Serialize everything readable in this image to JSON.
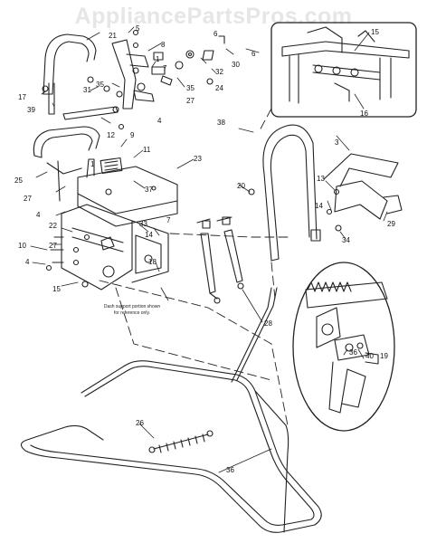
{
  "watermark": "AppliancePartsPros.com",
  "note": {
    "line1": "Dash support portion shown",
    "line2": "for reference only."
  },
  "callouts": [
    "1",
    "3",
    "4",
    "5",
    "6",
    "7",
    "8",
    "9",
    "10",
    "11",
    "12",
    "13",
    "14",
    "15",
    "16",
    "17",
    "18",
    "19",
    "20",
    "21",
    "22",
    "23",
    "24",
    "25",
    "26",
    "27",
    "28",
    "29",
    "30",
    "31",
    "32",
    "33",
    "34",
    "35",
    "36",
    "37",
    "38",
    "39",
    "40"
  ]
}
